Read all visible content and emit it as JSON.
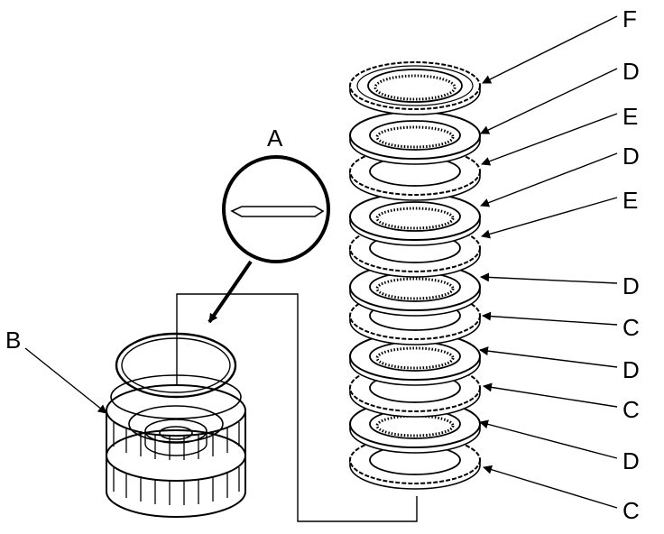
{
  "labels": {
    "A": "A",
    "B": "B",
    "C": "C",
    "D": "D",
    "E": "E",
    "F": "F"
  },
  "stack": [
    {
      "callout": "F"
    },
    {
      "callout": "D"
    },
    {
      "callout": "E"
    },
    {
      "callout": "D"
    },
    {
      "callout": "E"
    },
    {
      "callout": "D"
    },
    {
      "callout": "C"
    },
    {
      "callout": "D"
    },
    {
      "callout": "C"
    },
    {
      "callout": "D"
    },
    {
      "callout": "C"
    }
  ]
}
